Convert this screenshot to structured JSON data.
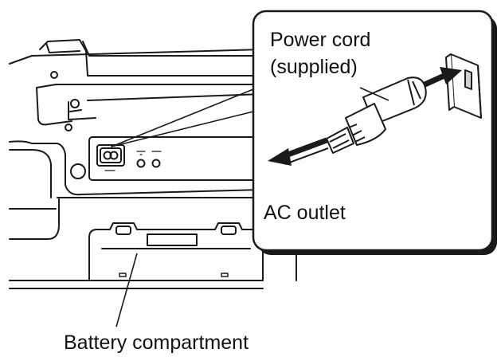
{
  "labels": {
    "power_cord_line1": "Power cord",
    "power_cord_line2": "(supplied)",
    "ac_outlet": "AC outlet",
    "battery_compartment": "Battery compartment"
  },
  "colors": {
    "line": "#1a1a1a",
    "fill": "#ffffff",
    "background": "#ffffff"
  }
}
